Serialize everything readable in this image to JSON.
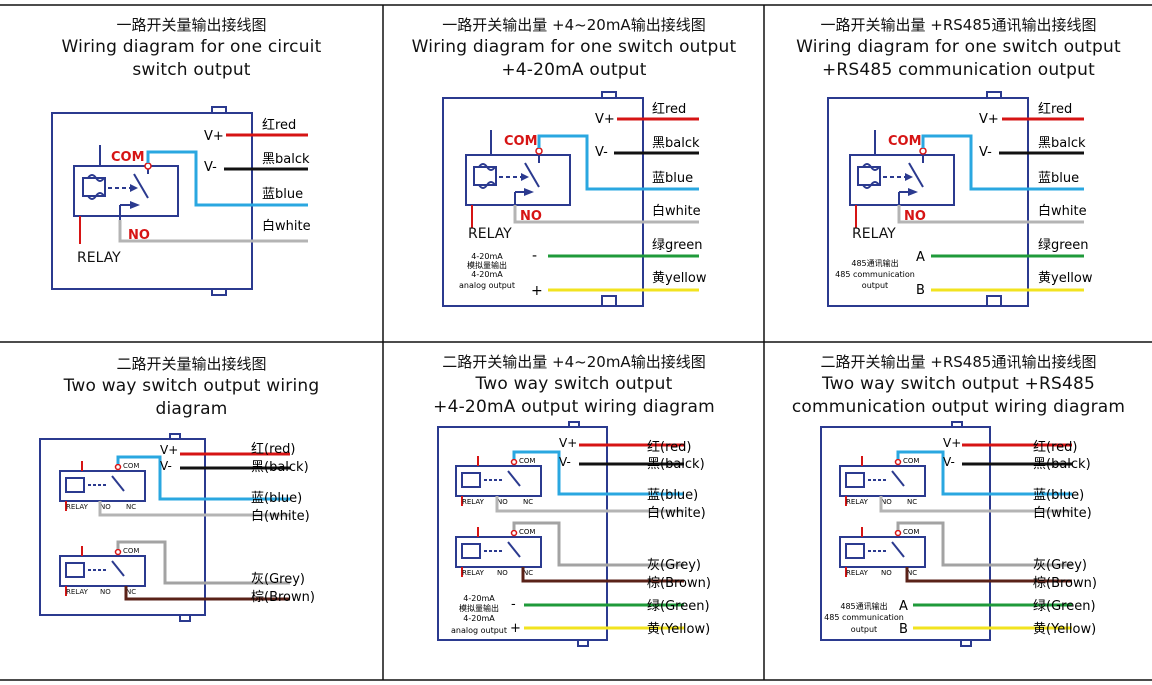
{
  "colors": {
    "red": "#d61414",
    "black": "#111111",
    "blue": "#2aa7e0",
    "white": "#b4b4b4",
    "green": "#1f9a3a",
    "yellow": "#f2e31f",
    "grey": "#a3a3a3",
    "brown": "#5a2218",
    "box": "#2b3a8f",
    "relay_label_red": "#d61414"
  },
  "panels": [
    {
      "title_zh": "一路开关量输出接线图",
      "title_en": [
        "Wiring diagram for one circuit",
        "switch output"
      ],
      "relay": {
        "com": "COM",
        "no": "NO",
        "label": "RELAY"
      },
      "terminals": [
        {
          "sign": "V+",
          "label": "红red",
          "color": "red"
        },
        {
          "sign": "V-",
          "label": "黑balck",
          "color": "black"
        },
        {
          "sign": "",
          "label": "蓝blue",
          "color": "blue"
        },
        {
          "sign": "",
          "label": "白white",
          "color": "white"
        }
      ]
    },
    {
      "title_zh": "一路开关输出量 +4~20mA输出接线图",
      "title_en": [
        "Wiring diagram for one switch output",
        "+4-20mA output"
      ],
      "relay": {
        "com": "COM",
        "no": "NO",
        "label": "RELAY"
      },
      "terminals": [
        {
          "sign": "V+",
          "label": "红red",
          "color": "red"
        },
        {
          "sign": "V-",
          "label": "黑balck",
          "color": "black"
        },
        {
          "sign": "",
          "label": "蓝blue",
          "color": "blue"
        },
        {
          "sign": "",
          "label": "白white",
          "color": "white"
        },
        {
          "sign": "",
          "label": "绿green",
          "color": "green"
        },
        {
          "sign": "",
          "label": "黄yellow",
          "color": "yellow"
        }
      ],
      "aux": {
        "lines": [
          "4-20mA",
          "模拟量输出",
          "4-20mA",
          "analog output"
        ],
        "signs": [
          "-",
          "+"
        ]
      }
    },
    {
      "title_zh": "一路开关输出量 +RS485通讯输出接线图",
      "title_en": [
        "Wiring diagram for one switch output",
        "+RS485 communication output"
      ],
      "relay": {
        "com": "COM",
        "no": "NO",
        "label": "RELAY"
      },
      "terminals": [
        {
          "sign": "V+",
          "label": "红red",
          "color": "red"
        },
        {
          "sign": "V-",
          "label": "黑balck",
          "color": "black"
        },
        {
          "sign": "",
          "label": "蓝blue",
          "color": "blue"
        },
        {
          "sign": "",
          "label": "白white",
          "color": "white"
        },
        {
          "sign": "",
          "label": "绿green",
          "color": "green"
        },
        {
          "sign": "",
          "label": "黄yellow",
          "color": "yellow"
        }
      ],
      "aux": {
        "lines": [
          "485通讯输出",
          "485 communication",
          "output"
        ],
        "signs": [
          "A",
          "B"
        ]
      }
    },
    {
      "title_zh": "二路开关量输出接线图",
      "title_en": [
        "Two way switch output wiring",
        "diagram"
      ],
      "relay": {
        "com": "COM",
        "no": "NO",
        "nc": "NC",
        "label": "RELAY"
      },
      "terminals": [
        {
          "sign": "V+",
          "label": "红(red)",
          "color": "red"
        },
        {
          "sign": "V-",
          "label": "黑(balck)",
          "color": "black"
        },
        {
          "sign": "",
          "label": "蓝(blue)",
          "color": "blue"
        },
        {
          "sign": "",
          "label": "白(white)",
          "color": "white"
        },
        {
          "sign": "",
          "label": "灰(Grey)",
          "color": "grey"
        },
        {
          "sign": "",
          "label": "棕(Brown)",
          "color": "brown"
        }
      ]
    },
    {
      "title_zh": "二路开关输出量 +4~20mA输出接线图",
      "title_en": [
        "Two way switch output",
        "+4-20mA output wiring diagram"
      ],
      "relay": {
        "com": "COM",
        "no": "NO",
        "nc": "NC",
        "label": "RELAY"
      },
      "terminals": [
        {
          "sign": "V+",
          "label": "红(red)",
          "color": "red"
        },
        {
          "sign": "V-",
          "label": "黑(balck)",
          "color": "black"
        },
        {
          "sign": "",
          "label": "蓝(blue)",
          "color": "blue"
        },
        {
          "sign": "",
          "label": "白(white)",
          "color": "white"
        },
        {
          "sign": "",
          "label": "灰(Grey)",
          "color": "grey"
        },
        {
          "sign": "",
          "label": "棕(Brown)",
          "color": "brown"
        },
        {
          "sign": "",
          "label": "绿(Green)",
          "color": "green"
        },
        {
          "sign": "",
          "label": "黄(Yellow)",
          "color": "yellow"
        }
      ],
      "aux": {
        "lines": [
          "4-20mA",
          "模拟量输出",
          "4-20mA",
          "analog output"
        ],
        "signs": [
          "-",
          "+"
        ]
      }
    },
    {
      "title_zh": "二路开关输出量 +RS485通讯输出接线图",
      "title_en": [
        "Two way switch output +RS485",
        "communication output wiring diagram"
      ],
      "relay": {
        "com": "COM",
        "no": "NO",
        "nc": "NC",
        "label": "RELAY"
      },
      "terminals": [
        {
          "sign": "V+",
          "label": "红(red)",
          "color": "red"
        },
        {
          "sign": "V-",
          "label": "黑(balck)",
          "color": "black"
        },
        {
          "sign": "",
          "label": "蓝(blue)",
          "color": "blue"
        },
        {
          "sign": "",
          "label": "白(white)",
          "color": "white"
        },
        {
          "sign": "",
          "label": "灰(Grey)",
          "color": "grey"
        },
        {
          "sign": "",
          "label": "棕(Brown)",
          "color": "brown"
        },
        {
          "sign": "",
          "label": "绿(Green)",
          "color": "green"
        },
        {
          "sign": "",
          "label": "黄(Yellow)",
          "color": "yellow"
        }
      ],
      "aux": {
        "lines": [
          "485通讯输出",
          "485 communication",
          "output"
        ],
        "signs": [
          "A",
          "B"
        ]
      }
    }
  ]
}
